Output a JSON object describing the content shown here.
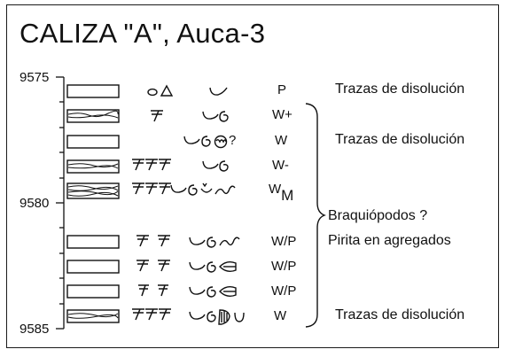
{
  "title": "CALIZA \"A\", Auca-3",
  "depth_axis": {
    "labels": [
      "9575",
      "9580",
      "9585"
    ]
  },
  "rows": [
    {
      "code": "P",
      "fossils": [
        "bivalve-icon",
        "triangle-icon",
        "shell-icon"
      ]
    },
    {
      "code": "W+",
      "fossils": [
        "coral-icon",
        "shell-icon",
        "gastropod-icon"
      ]
    },
    {
      "code": "W",
      "fossils": [
        "shell-icon",
        "gastropod-icon",
        "ammonite-icon"
      ],
      "query": "?"
    },
    {
      "code": "W-",
      "fossils": [
        "coral-icon",
        "coral-icon",
        "coral-icon",
        "shell-icon",
        "gastropod-icon"
      ]
    },
    {
      "code": "W",
      "code_sub": "M",
      "fossils": [
        "coral-icon",
        "coral-icon",
        "coral-icon",
        "shell-icon",
        "gastropod-icon",
        "brachiopod-icon",
        "worm-icon"
      ]
    },
    {
      "code": "W/P",
      "fossils": [
        "coral-icon",
        "coral-icon",
        "shell-icon",
        "gastropod-icon",
        "worm-icon"
      ]
    },
    {
      "code": "W/P",
      "fossils": [
        "coral-icon",
        "coral-icon",
        "shell-icon",
        "gastropod-icon",
        "fish-icon"
      ]
    },
    {
      "code": "W/P",
      "fossils": [
        "coral-icon",
        "coral-icon",
        "shell-icon",
        "gastropod-icon",
        "fish-icon"
      ]
    },
    {
      "code": "W",
      "fossils": [
        "coral-icon",
        "coral-icon",
        "coral-icon",
        "shell-icon",
        "gastropod-icon",
        "fan-shell-icon",
        "cup-icon"
      ]
    }
  ],
  "notes": [
    "Trazas de disolución",
    "Trazas de disolución",
    "Braquiópodos ?",
    "Pirita en agregados",
    "Trazas de disolución"
  ]
}
